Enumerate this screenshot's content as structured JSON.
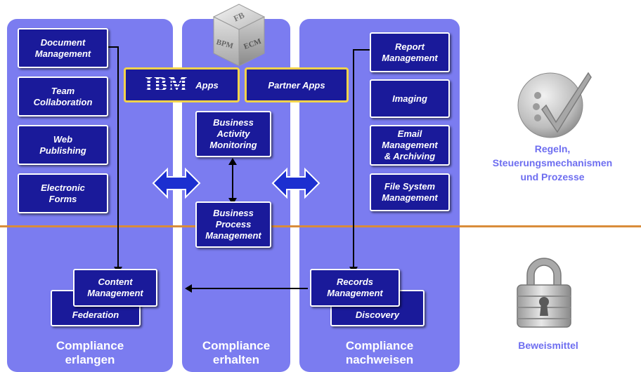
{
  "columns": [
    {
      "label1": "Compliance",
      "label2": "erlangen"
    },
    {
      "label1": "Compliance",
      "label2": "erhalten"
    },
    {
      "label1": "Compliance",
      "label2": "nachweisen"
    }
  ],
  "left_boxes": [
    {
      "line1": "Document",
      "line2": "Management"
    },
    {
      "line1": "Team",
      "line2": "Collaboration"
    },
    {
      "line1": "Web",
      "line2": "Publishing"
    },
    {
      "line1": "Electronic",
      "line2": "Forms"
    }
  ],
  "center_boxes": {
    "bam": [
      "Business",
      "Activity",
      "Monitoring"
    ],
    "bpm": [
      "Business",
      "Process",
      "Management"
    ]
  },
  "right_boxes": [
    {
      "line1": "Report",
      "line2": "Management"
    },
    {
      "line1": "Imaging",
      "line2": ""
    },
    {
      "line1": "Email",
      "line2": "Management",
      "line3": "& Archiving"
    },
    {
      "line1": "File System",
      "line2": "Management"
    }
  ],
  "bottom_left": {
    "front1": "Content",
    "front2": "Management",
    "back": "Federation"
  },
  "bottom_right": {
    "front1": "Records",
    "front2": "Management",
    "back": "Discovery"
  },
  "apps": {
    "ibm_logo": "IBM",
    "ibm": "Apps",
    "partner": "Partner Apps"
  },
  "cube": {
    "top": "FB",
    "left": "BPM",
    "right": "ECM"
  },
  "side": {
    "rules": [
      "Regeln,",
      "Steuerungsmechanismen",
      "und Prozesse"
    ],
    "evidence": "Beweismittel"
  },
  "icons": [
    "checkmark-disc-icon",
    "padlock-icon",
    "double-arrow-icon"
  ],
  "colors": {
    "column": "#7b7cf0",
    "box": "#1a1a9a",
    "accent": "#f3d34a",
    "side_text": "#6e6ef0",
    "divider": "#d98c3a"
  }
}
